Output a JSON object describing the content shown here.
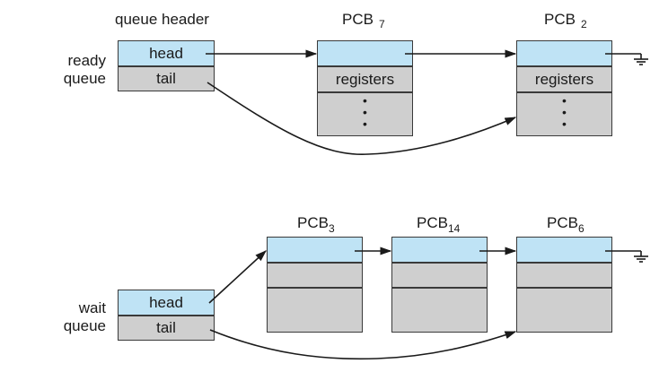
{
  "ready": {
    "header_title": "queue header",
    "queue_label_line1": "ready",
    "queue_label_line2": "queue",
    "head_label": "head",
    "tail_label": "tail",
    "pcbs": [
      {
        "name": "PCB",
        "num": "7",
        "registers": "registers"
      },
      {
        "name": "PCB",
        "num": "2",
        "registers": "registers"
      }
    ]
  },
  "wait": {
    "queue_label_line1": "wait",
    "queue_label_line2": "queue",
    "head_label": "head",
    "tail_label": "tail",
    "pcbs": [
      {
        "name": "PCB",
        "num": "3"
      },
      {
        "name": "PCB",
        "num": "14"
      },
      {
        "name": "PCB",
        "num": "6"
      }
    ]
  },
  "colors": {
    "pointer_cell": "#bfe3f5",
    "field_cell": "#cfcfcf",
    "stroke": "#1a1a1a"
  }
}
